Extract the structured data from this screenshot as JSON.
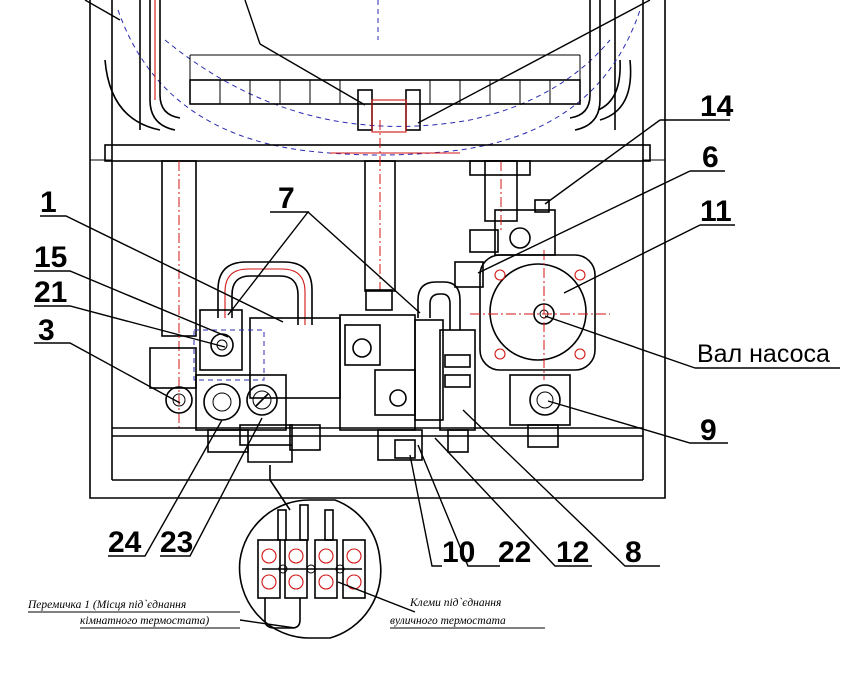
{
  "callouts": {
    "c1": "1",
    "c3": "3",
    "c6": "6",
    "c7": "7",
    "c8": "8",
    "c9": "9",
    "c10": "10",
    "c11": "11",
    "c12": "12",
    "c14": "14",
    "c15": "15",
    "c21": "21",
    "c22": "22",
    "c23": "23",
    "c24": "24",
    "pump_shaft": "Вал насоса"
  },
  "notes": {
    "jumper_line1": "Перемичка 1 (Місця під`єднання",
    "jumper_line2": "кімнатного термостата)",
    "terminals_line1": "Клеми під`єднання",
    "terminals_line2": "вуличного термостата"
  },
  "colors": {
    "line": "#000000",
    "axis": "#d21414",
    "hidden": "#2b2bb0"
  }
}
